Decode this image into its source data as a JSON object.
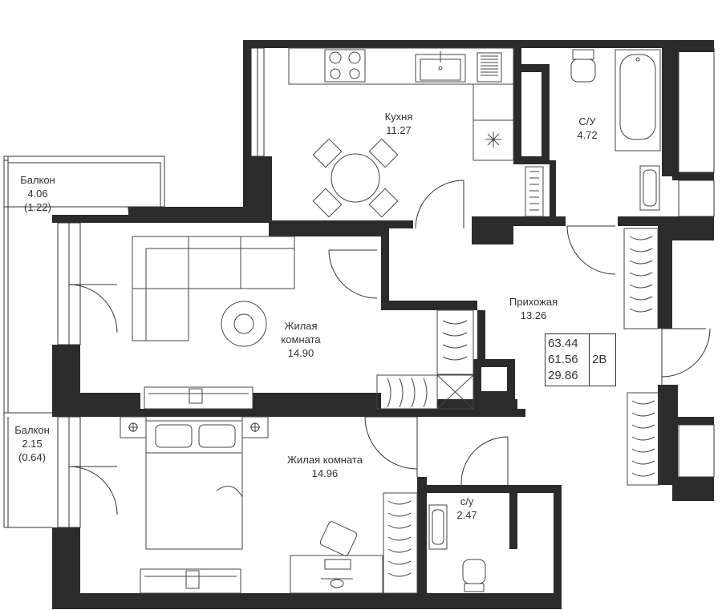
{
  "rooms": {
    "balcony_1": {
      "name": "Балкон",
      "area": "4.06",
      "area_coef": "(1.22)"
    },
    "kitchen": {
      "name": "Кухня",
      "area": "11.27"
    },
    "bathroom": {
      "name": "С/У",
      "area": "4.72"
    },
    "hallway": {
      "name": "Прихожая",
      "area": "13.26"
    },
    "living_1": {
      "name_line1": "Жилая",
      "name_line2": "комната",
      "area": "14.90"
    },
    "balcony_2": {
      "name": "Балкон",
      "area": "2.15",
      "area_coef": "(0.64)"
    },
    "living_2": {
      "name": "Жилая комната",
      "area": "14.96"
    },
    "wc": {
      "name": "с/у",
      "area": "2.47"
    }
  },
  "summary": {
    "total_area": "63.44",
    "area_without_balconies": "61.56",
    "living_area": "29.86",
    "apartment_type": "2В"
  },
  "colors": {
    "wall": "#2b2b2b",
    "line": "#333333",
    "background": "#ffffff"
  }
}
